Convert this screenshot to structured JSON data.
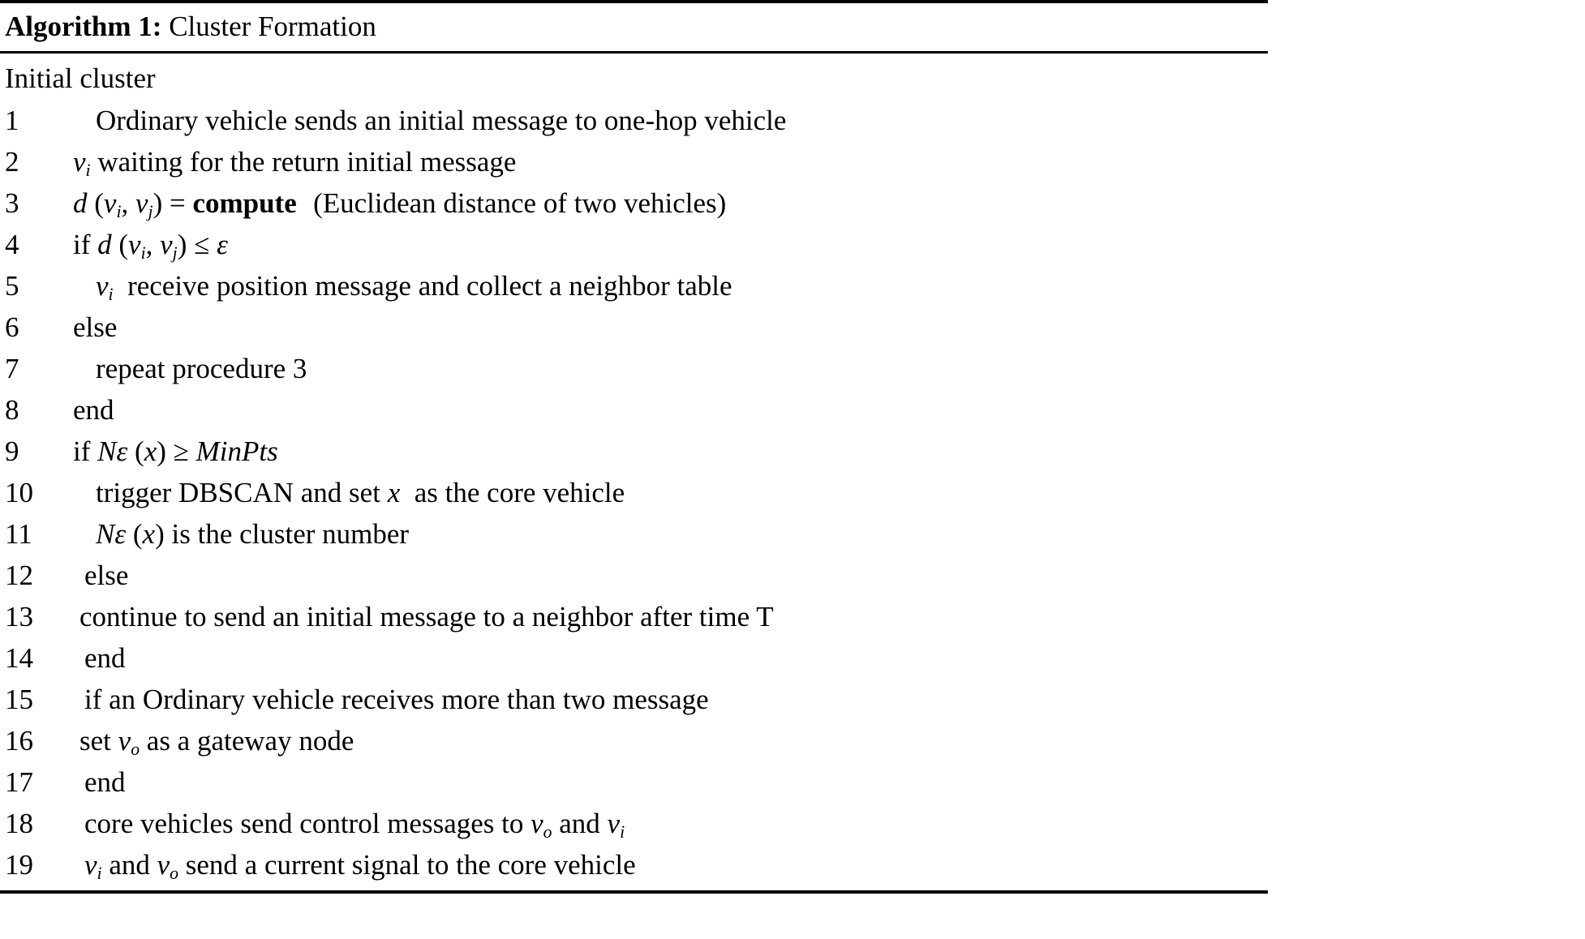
{
  "algorithm": {
    "label": "Algorithm 1:",
    "title": "Cluster Formation",
    "preamble": "Initial cluster",
    "lines": [
      {
        "no": "1",
        "indent": 1,
        "text": "Ordinary vehicle sends an initial message to one-hop vehicle"
      },
      {
        "no": "2",
        "indent": 0,
        "text": "v_i waiting for the return initial message"
      },
      {
        "no": "3",
        "indent": 0,
        "text": "d (v_i, v_j) = compute (Euclidean distance of two vehicles)"
      },
      {
        "no": "4",
        "indent": 0,
        "text": "if d (v_i, v_j) ≤ ε"
      },
      {
        "no": "5",
        "indent": 1,
        "text": "v_i  receive position message and collect a neighbor table"
      },
      {
        "no": "6",
        "indent": 0,
        "text": "else"
      },
      {
        "no": "7",
        "indent": 1,
        "text": "repeat procedure 3"
      },
      {
        "no": "8",
        "indent": 0,
        "text": "end"
      },
      {
        "no": "9",
        "indent": 0,
        "text": "if Nε (x) ≥ MinPts"
      },
      {
        "no": "10",
        "indent": 1,
        "text": "trigger DBSCAN and set x  as the core vehicle"
      },
      {
        "no": "11",
        "indent": 1,
        "text": "Nε (x) is the cluster number"
      },
      {
        "no": "12",
        "indent": 2,
        "text": "else"
      },
      {
        "no": "13",
        "indent": 3,
        "text": "continue to send an initial message to a neighbor after time T"
      },
      {
        "no": "14",
        "indent": 2,
        "text": "end"
      },
      {
        "no": "15",
        "indent": 2,
        "text": "if an Ordinary vehicle receives more than two message"
      },
      {
        "no": "16",
        "indent": 3,
        "text": "set v_o as a gateway node"
      },
      {
        "no": "17",
        "indent": 2,
        "text": "end"
      },
      {
        "no": "18",
        "indent": 2,
        "text": "core vehicles send control messages to v_o and v_i"
      },
      {
        "no": "19",
        "indent": 2,
        "text": "v_i and v_o send a current signal to the core vehicle"
      }
    ],
    "symbols": {
      "epsilon": "ε",
      "leq": "≤",
      "geq": "≥",
      "v_i": "v",
      "v_i_sub": "i",
      "v_j_sub": "j",
      "v_o_sub": "o",
      "variable_d": "d",
      "variable_x": "x",
      "variable_N": "N",
      "min_pts": "MinPts",
      "keyword_compute": "compute",
      "keyword_if": "if",
      "keyword_else": "else",
      "keyword_end": "end",
      "dbscan": "DBSCAN",
      "time_T": "T"
    },
    "colors": {
      "text": "#000000",
      "background": "#ffffff",
      "rule": "#000000"
    }
  }
}
